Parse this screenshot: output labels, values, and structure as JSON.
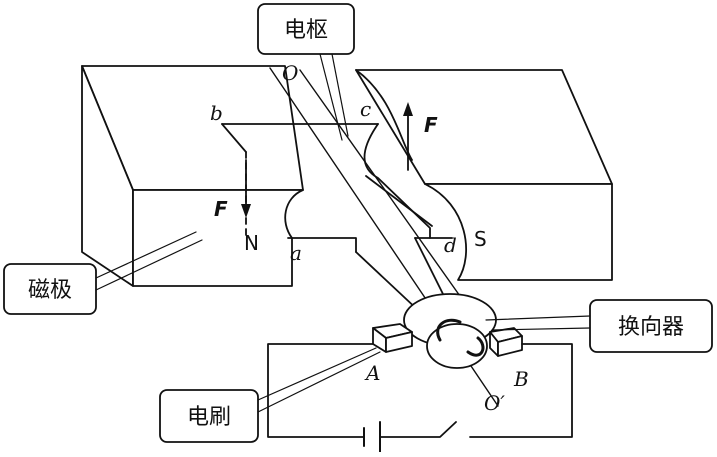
{
  "labels": {
    "armature": "电枢",
    "magnetic_pole": "磁极",
    "commutator": "换向器",
    "brush": "电刷"
  },
  "points": {
    "a": "a",
    "b": "b",
    "c": "c",
    "d": "d",
    "O": "O",
    "O_prime": "O′",
    "A": "A",
    "B": "B"
  },
  "poles": {
    "north": "N",
    "south": "S"
  },
  "force_symbol": "F"
}
